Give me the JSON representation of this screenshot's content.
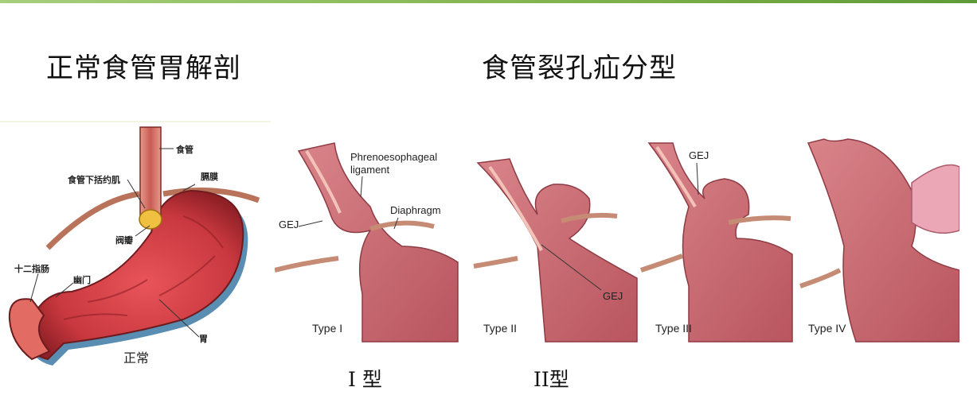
{
  "titles": {
    "left": "正常食管胃解剖",
    "right": "食管裂孔疝分型"
  },
  "normal": {
    "labels": {
      "esophagus": "食管",
      "les": "食管下括约肌",
      "diaphragm": "膈膜",
      "valve": "阀瓣",
      "duodenum": "十二指肠",
      "pylorus": "幽门",
      "stomach": "胃",
      "caption": "正常"
    }
  },
  "types": [
    {
      "id": "type1",
      "label": "Type I",
      "caption": "I 型",
      "annotations": {
        "ligament": "Phrenoesophageal\nligament",
        "diaphragm": "Diaphragm",
        "gej": "GEJ"
      }
    },
    {
      "id": "type2",
      "label": "Type II",
      "caption": "II型",
      "annotations": {
        "gej": "GEJ"
      }
    },
    {
      "id": "type3",
      "label": "Type III",
      "caption": "",
      "annotations": {
        "gej": "GEJ"
      }
    },
    {
      "id": "type4",
      "label": "Type IV",
      "caption": "",
      "annotations": {}
    }
  ],
  "colors": {
    "accent": "#7fb24c",
    "tissue": "#c9626a",
    "tissue_light": "#e6a3a6",
    "muscle": "#b86a56"
  }
}
